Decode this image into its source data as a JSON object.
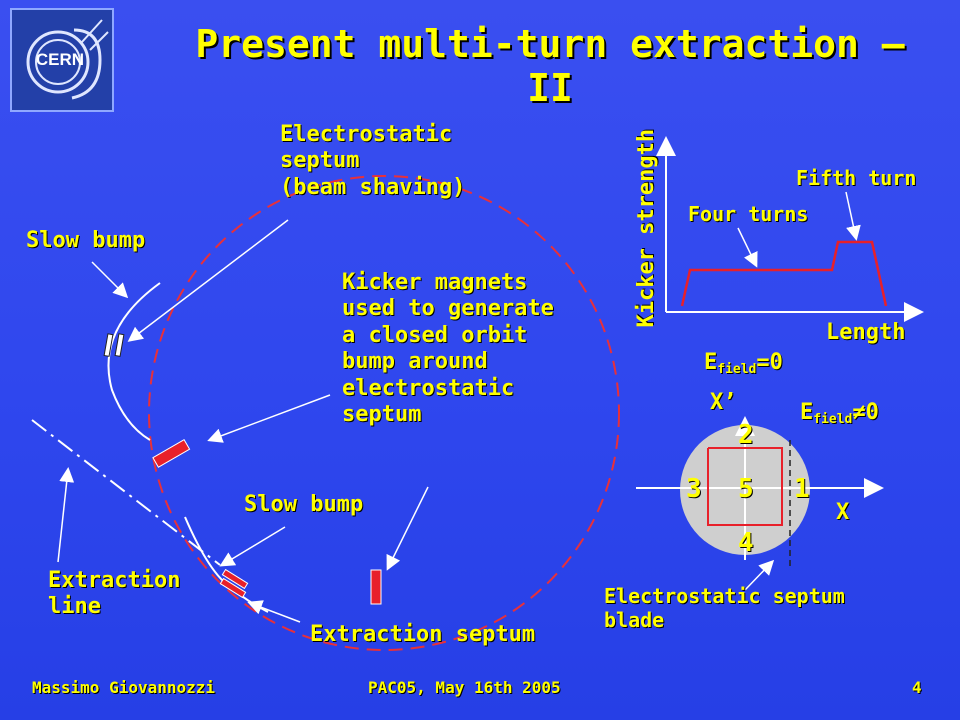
{
  "title": "Present multi-turn extraction – II",
  "logo": {
    "text": "CERN"
  },
  "labels": {
    "electrostatic_septum": [
      "Electrostatic",
      "septum",
      "(beam shaving)"
    ],
    "slow_bump_top": "Slow bump",
    "kicker_magnets": [
      "Kicker magnets",
      "used to generate",
      "a closed orbit",
      "bump around",
      "electrostatic",
      "septum"
    ],
    "slow_bump_bottom": "Slow bump",
    "extraction_line": [
      "Extraction",
      "line"
    ],
    "extraction_septum": "Extraction septum"
  },
  "kicker_plot": {
    "ylabel": "Kicker strength",
    "xlabel": "Length",
    "fifth_turn": "Fifth turn",
    "four_turns": "Four turns"
  },
  "phase_space": {
    "efield_zero_base": "E",
    "efield_zero_sub": "field",
    "efield_zero_rest": "=0",
    "efield_nonzero_base": "E",
    "efield_nonzero_sub": "field",
    "efield_nonzero_rest": "≠0",
    "xprime": "X’",
    "x": "X",
    "islands": [
      "1",
      "2",
      "3",
      "4",
      "5"
    ],
    "septum_blade": [
      "Electrostatic septum",
      "blade"
    ]
  },
  "footer": {
    "author": "Massimo Giovannozzi",
    "event": "PAC05, May 16th 2005",
    "page": "4"
  },
  "colors": {
    "accent": "#ffff00",
    "ring": "#e8303a",
    "element": "#e8202a",
    "background": "#3a4ff0"
  }
}
